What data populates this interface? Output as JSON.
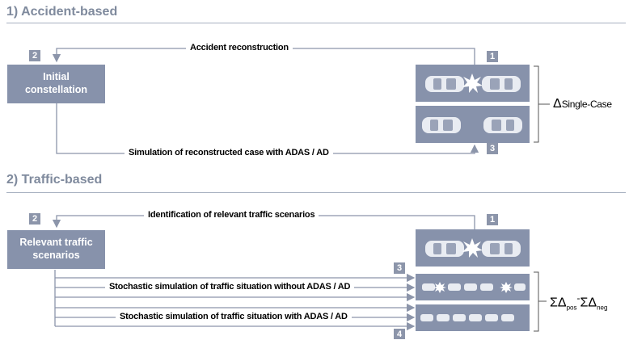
{
  "section1": {
    "title": "1) Accident-based",
    "box_initial_line1": "Initial",
    "box_initial_line2": "constellation",
    "label_reconstruction": "Accident reconstruction",
    "label_simulation": "Simulation of reconstructed case with ADAS / AD",
    "delta_symbol": "Δ",
    "delta_text": "Single-Case",
    "badge_1": "1",
    "badge_2": "2",
    "badge_3": "3"
  },
  "section2": {
    "title": "2) Traffic-based",
    "box_relevant_line1": "Relevant traffic",
    "box_relevant_line2": "scenarios",
    "label_identification": "Identification of relevant traffic scenarios",
    "label_without": "Stochastic simulation of traffic situation without ADAS / AD",
    "label_with": "Stochastic simulation of traffic situation with ADAS / AD",
    "formula_sigma1": "ΣΔ",
    "formula_pos": "pos",
    "formula_minus": "-",
    "formula_sigma2": "ΣΔ",
    "formula_neg": "neg",
    "badge_1": "1",
    "badge_2": "2",
    "badge_3": "3",
    "badge_4": "4"
  },
  "colors": {
    "box": "#8792ab",
    "title": "#7f8a9d",
    "line": "#8c95aa"
  },
  "icons": [
    "car-icon",
    "crash-burst-icon",
    "small-car-icon",
    "bracket-icon",
    "arrow-icon"
  ]
}
